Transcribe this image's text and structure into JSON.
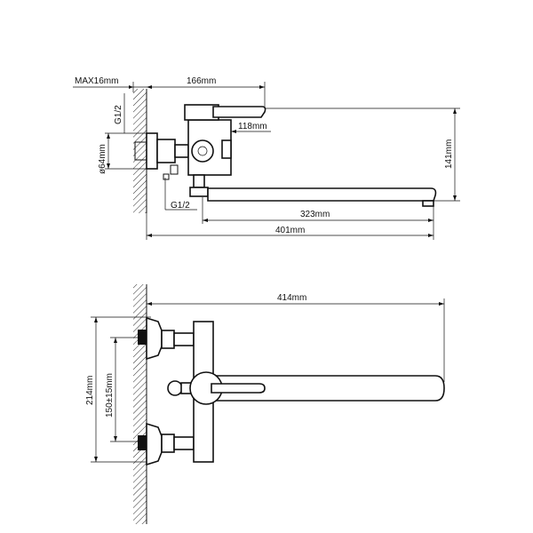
{
  "top_view": {
    "max_depth": "MAX16mm",
    "width_166": "166mm",
    "thread_top": "G1/2",
    "inlet_diameter": "ø64mm",
    "depth_118": "118mm",
    "height_141": "141mm",
    "thread_bottom": "G1/2",
    "spout_323": "323mm",
    "total_401": "401mm"
  },
  "front_view": {
    "spout_414": "414mm",
    "height_214": "214mm",
    "centers_150": "150±15mm"
  }
}
